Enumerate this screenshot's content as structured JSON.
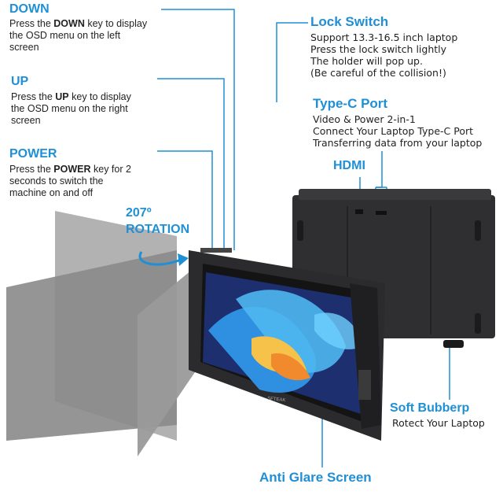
{
  "down": {
    "title": "DOWN",
    "desc_pre": "Press the ",
    "desc_key": "DOWN",
    "desc_post": " key to display",
    "desc_line2": "the OSD menu on the left",
    "desc_line3": "screen"
  },
  "up": {
    "title": "UP",
    "desc_pre": "Press the ",
    "desc_key": "UP",
    "desc_post": " key to display",
    "desc_line2": "the OSD menu on the right",
    "desc_line3": "screen"
  },
  "power": {
    "title": "POWER",
    "desc_pre": "Press the ",
    "desc_key": "POWER",
    "desc_post": " key for 2",
    "desc_line2": "seconds to switch the",
    "desc_line3": "machine on and off"
  },
  "rotation": {
    "line1": "207º",
    "line2": "ROTATION"
  },
  "lock_switch": {
    "title": "Lock Switch",
    "lines": [
      "Support 13.3-16.5 inch laptop",
      "Press the lock switch lightly",
      "The holder will pop up.",
      "(Be careful of the collision!)"
    ]
  },
  "type_c": {
    "title": "Type-C Port",
    "lines": [
      "Video & Power 2-in-1",
      "Connect Your Laptop Type-C Port",
      "Transferring data from your laptop"
    ]
  },
  "hdmi": {
    "title": "HDMI"
  },
  "soft_rubber": {
    "title": "Soft Bubberp",
    "desc": "Rotect Your Laptop"
  },
  "anti_glare": {
    "title": "Anti Glare Screen"
  },
  "device": {
    "brand": "SFTEAK"
  },
  "colors": {
    "accent": "#1f8fd6",
    "text": "#222222",
    "device": "#2a2a2c",
    "glass": "#8f8f8f"
  }
}
